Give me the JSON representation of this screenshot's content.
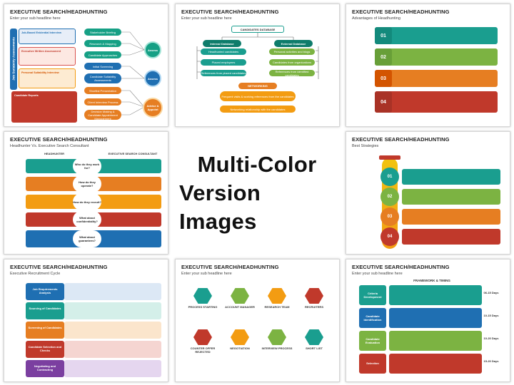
{
  "center": {
    "line1": "Multi-Color",
    "line2": "Version Images"
  },
  "colors": {
    "green": "#4caf50",
    "teal": "#1a9e8f",
    "blue": "#1f6fb2",
    "orange": "#f39c12",
    "red": "#c0392b",
    "purple": "#7b3fa0",
    "yellow": "#f1c40f"
  },
  "slides": [
    {
      "title": "EXECUTIVE SEARCH/HEADHUNTING",
      "subtitle": "Enter your sub headline here",
      "side_label": "Job Suitability Assessments",
      "left_items": [
        "Job-Based Evidential Interview",
        "Executive Written Assessment",
        "Personal Suitability Interview",
        "Candidate Reports"
      ],
      "right_items": [
        "Stakeholder Briefing",
        "Research & Mapping",
        "Candidate Approaches",
        "Initial Screening",
        "Candidate Suitability Assessments",
        "Shortlist Presentation",
        "Client Interview Process",
        "Decision Making & Candidate Appointment Management"
      ],
      "hubs": [
        "Assess",
        "Assess",
        "Advise & Appoint"
      ]
    },
    {
      "title": "EXECUTIVE SEARCH/HEADHUNTING",
      "subtitle": "Enter your sub headline here",
      "top": "CANDIDATES DATABASE",
      "left_head": "Internal Database",
      "right_head": "External Database",
      "left_items": [
        "Headhunted candidates",
        "Placed employees",
        "References from placed candidates"
      ],
      "right_items": [
        "Personal activities and blogs",
        "Candidates from organizations",
        "References from identified candidates"
      ],
      "networking": "NETWORKING",
      "net_items": [
        "Frequent visits & working references from the candidates",
        "Networking relationship with the candidates"
      ]
    },
    {
      "title": "EXECUTIVE SEARCH/HEADHUNTING",
      "subtitle": "Advantages of Headhunting",
      "nums": [
        "01",
        "02",
        "03",
        "04"
      ]
    },
    {
      "title": "EXECUTIVE SEARCH/HEADHUNTING",
      "subtitle": "Headhunter Vs. Executive Search Consultant",
      "left_head": "HEADHUNTER",
      "right_head": "EXECUTIVE SEARCH CONSULTANT",
      "questions": [
        "Who do they work for?",
        "How do they operate?",
        "How do they recruit?",
        "What about confidentiality?",
        "What about guarantees?"
      ]
    },
    {
      "title": "EXECUTIVE SEARCH/HEADHUNTING",
      "subtitle": "Best Strategies",
      "nums": [
        "01",
        "02",
        "03",
        "04"
      ]
    },
    {
      "title": "EXECUTIVE SEARCH/HEADHUNTING",
      "subtitle": "Executive Recruitment Cycle",
      "steps": [
        "Job Requirements Analysis",
        "Sourcing of Candidates",
        "Screening of Candidates",
        "Candidate Selection and Checks",
        "Negotiating and Contracting"
      ]
    },
    {
      "title": "EXECUTIVE SEARCH/HEADHUNTING",
      "subtitle": "Enter your sub headline here",
      "hex_top": [
        "PROCESS STARTING",
        "ACCOUNT MANAGER",
        "RESEARCH TEAM",
        "RECRUITERS"
      ],
      "hex_bottom": [
        "COUNTER OFFER REJECTED",
        "NEGOTIATION",
        "INTERVIEW PROCESS",
        "SHORT LIST"
      ]
    },
    {
      "title": "EXECUTIVE SEARCH/HEADHUNTING",
      "subtitle": "Enter your sub headline here",
      "framework": "FRAMEWORK & TIMING",
      "rows": [
        "Criteria Development",
        "Candidate Identification",
        "Candidate Evaluation",
        "Selection"
      ],
      "days": [
        "06-15 Days",
        "10-15 Days",
        "10-20 Days",
        "15-20 Days"
      ]
    }
  ]
}
